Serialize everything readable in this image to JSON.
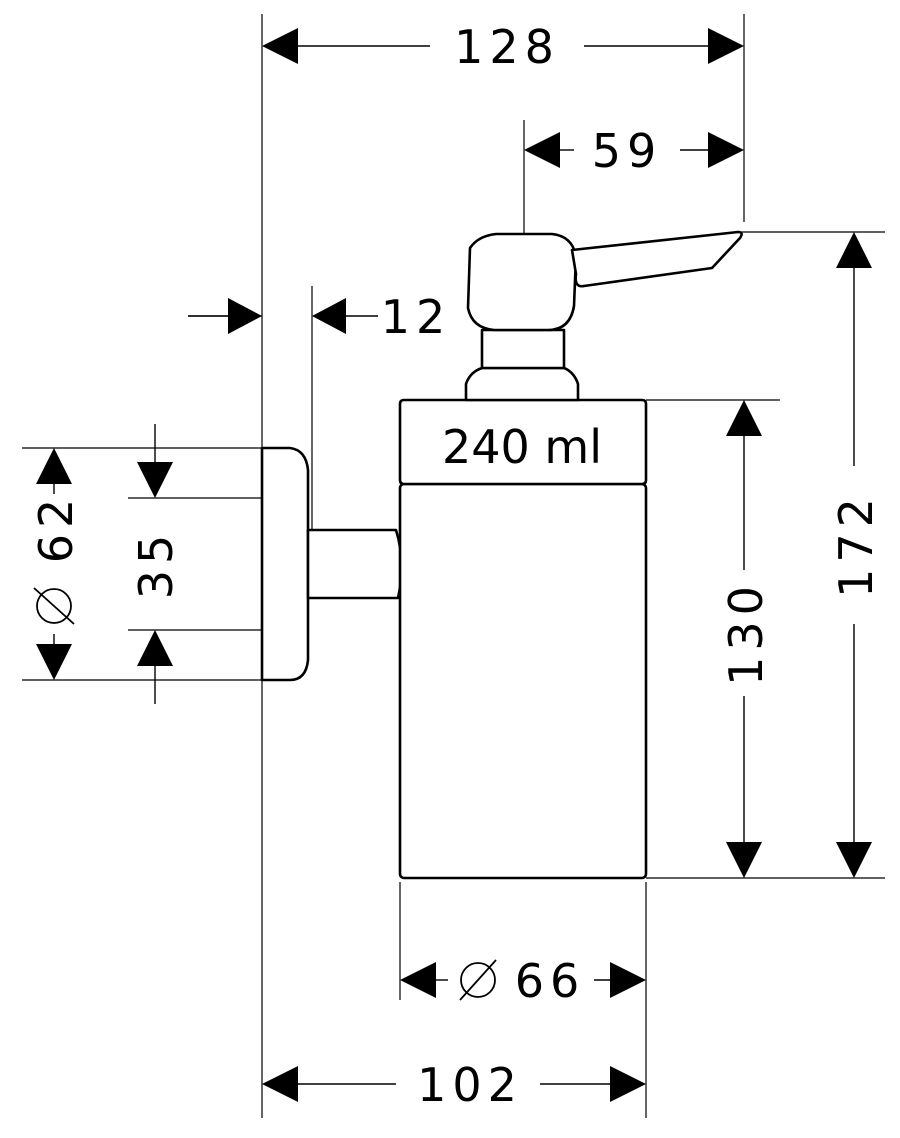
{
  "dimensions": {
    "overall_width": "128",
    "spout_width": "59",
    "wall_offset": "12",
    "rosette_diameter": "62",
    "arm_height": "35",
    "bottle_height": "130",
    "overall_height": "172",
    "bottle_diameter": "66",
    "projection": "102"
  },
  "capacity_label": "240 ml",
  "colors": {
    "line": "#000000",
    "background": "#ffffff"
  }
}
